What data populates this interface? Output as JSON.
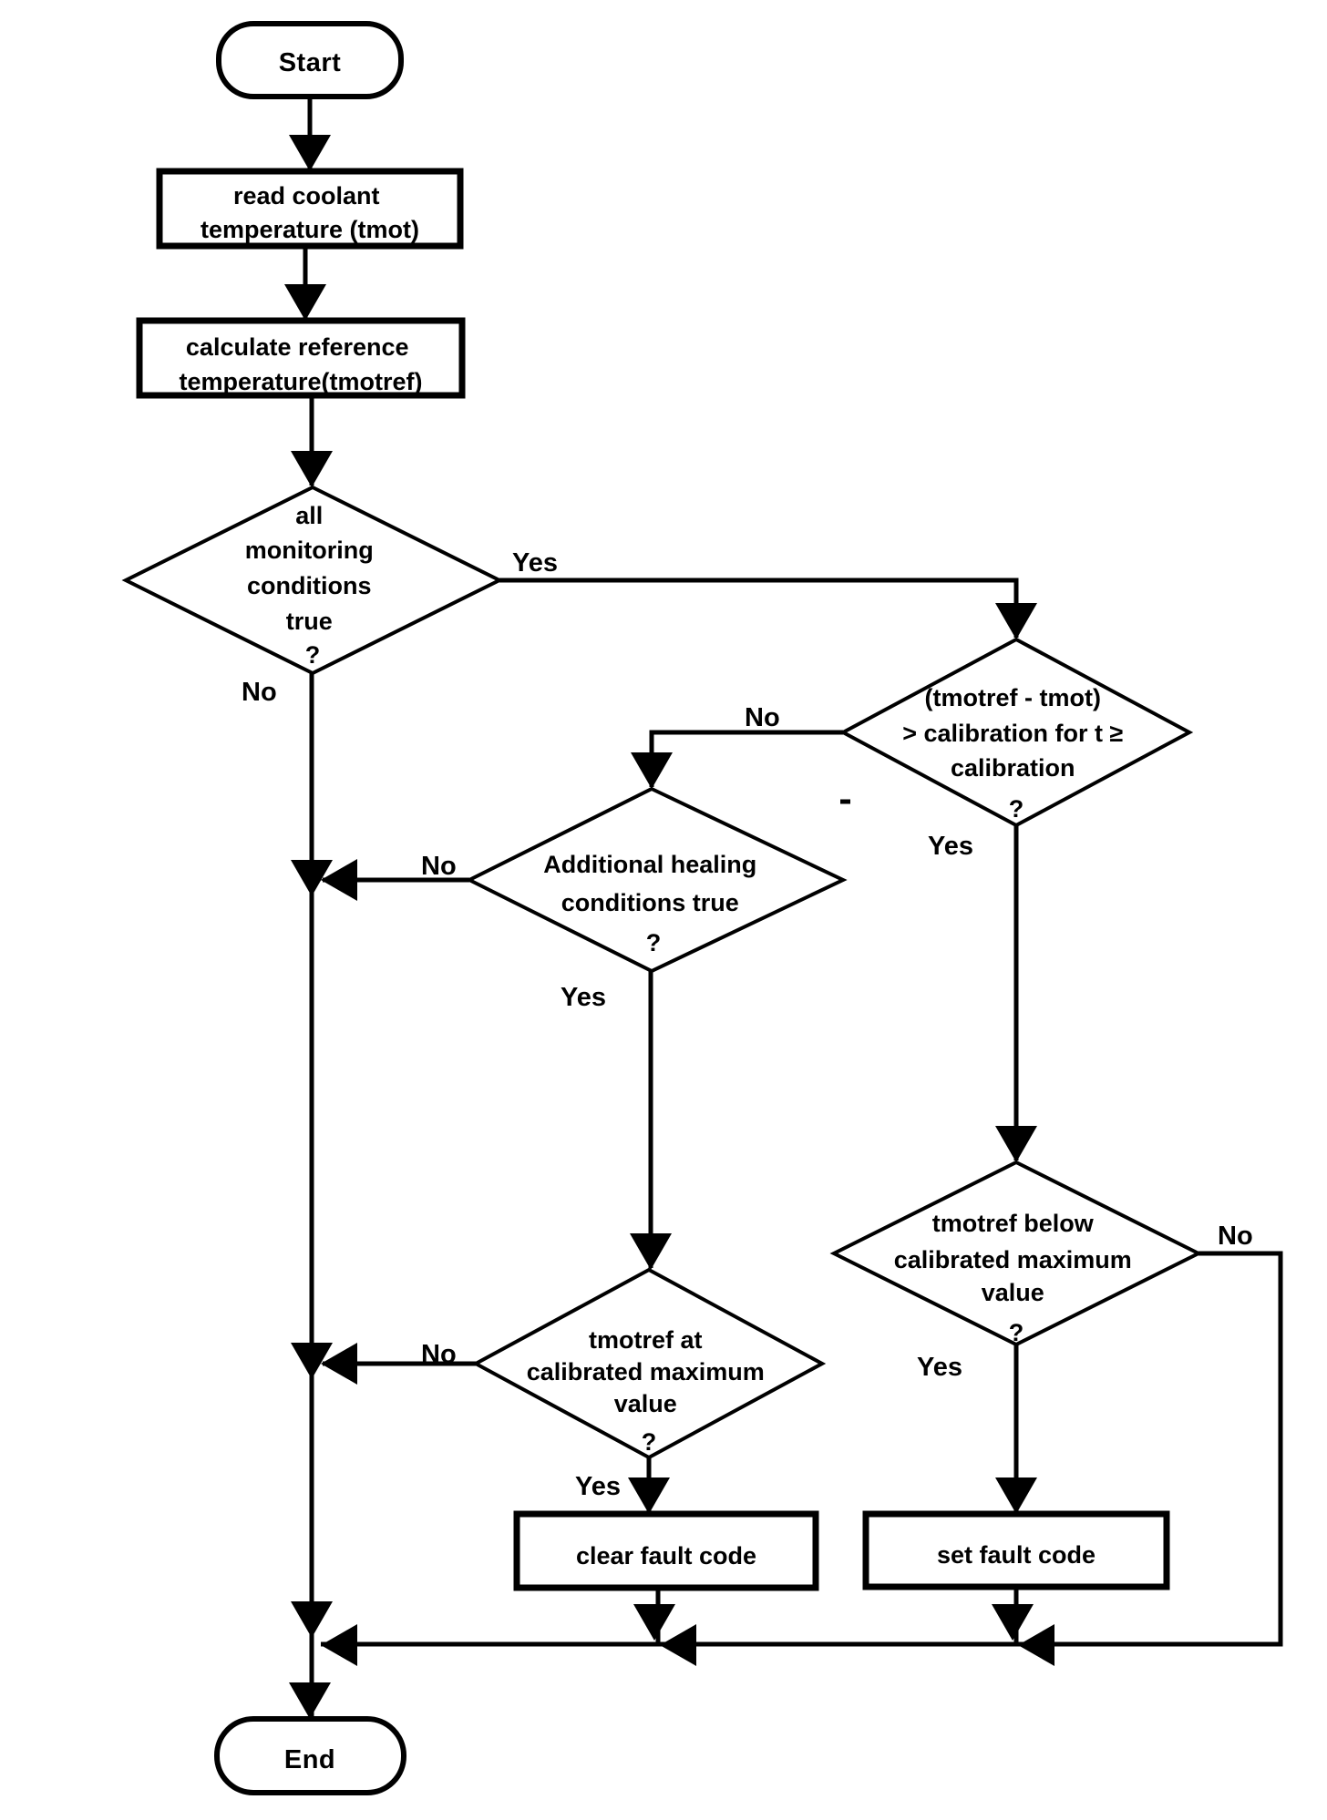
{
  "diagram": {
    "kind": "flowchart",
    "background_color": "#ffffff",
    "line_color": "#000000",
    "text_color": "#000000",
    "nodes": {
      "start": {
        "type": "terminator",
        "label": "Start"
      },
      "read_coolant": {
        "type": "process",
        "lines": [
          "read coolant",
          "temperature (tmot)"
        ]
      },
      "calc_reference": {
        "type": "process",
        "lines": [
          "calculate reference",
          "temperature(tmotref)"
        ]
      },
      "monitoring_conditions": {
        "type": "decision",
        "lines": [
          "all",
          "monitoring",
          "conditions",
          "true",
          "?"
        ]
      },
      "delta_vs_calibration": {
        "type": "decision",
        "lines": [
          "(tmotref - tmot)",
          "> calibration for t ≥",
          "calibration",
          "?"
        ]
      },
      "healing_conditions": {
        "type": "decision",
        "lines": [
          "Additional healing",
          "conditions true",
          "?"
        ]
      },
      "tmotref_at_max": {
        "type": "decision",
        "lines": [
          "tmotref at",
          "calibrated maximum",
          "value",
          "?"
        ]
      },
      "tmotref_below_max": {
        "type": "decision",
        "lines": [
          "tmotref below",
          "calibrated maximum",
          "value",
          "?"
        ]
      },
      "clear_fault_code": {
        "type": "process",
        "label": "clear fault code"
      },
      "set_fault_code": {
        "type": "process",
        "label": "set fault code"
      },
      "end": {
        "type": "terminator",
        "label": "End"
      }
    },
    "labels": {
      "monitoring_yes": "Yes",
      "monitoring_no": "No",
      "delta_no": "No",
      "delta_yes": "Yes",
      "healing_no": "No",
      "healing_yes": "Yes",
      "at_max_no": "No",
      "at_max_yes": "Yes",
      "below_max_no": "No",
      "below_max_yes": "Yes"
    }
  }
}
